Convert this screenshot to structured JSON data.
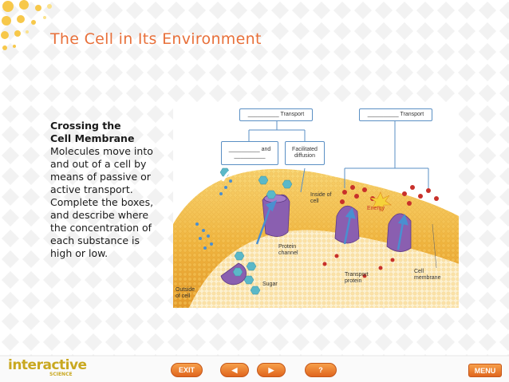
{
  "slide": {
    "title": "The Cell in Its Environment"
  },
  "content": {
    "heading_line1": "Crossing the",
    "heading_line2": "Cell Membrane",
    "body": "Molecules move into and out of a cell by means of passive or active transport. Complete the boxes, and describe where the concentration of each substance is high or low."
  },
  "diagram": {
    "box_left_top": "__________ Transport",
    "box_right_top": "__________ Transport",
    "box_and": "__________ and",
    "box_and_blank": "__________",
    "box_facilitated": "Facilitated diffusion",
    "label_inside": "Inside of cell",
    "label_energy": "Energy",
    "label_protein_channel": "Protein channel",
    "label_transport_protein": "Transport protein",
    "label_cell_membrane": "Cell membrane",
    "label_sugar": "Sugar",
    "label_outside": "Outside of cell",
    "colors": {
      "membrane": "#f5c242",
      "protein": "#8a5fb0",
      "sugar": "#5bb8c8",
      "red_particle": "#c8302a",
      "arrow": "#4a8fd0"
    }
  },
  "footer": {
    "logo_main": "interactive",
    "logo_sub": "SCIENCE",
    "exit_label": "EXIT",
    "back_label": "◀",
    "next_label": "▶",
    "help_label": "?",
    "menu_label": "MENU"
  }
}
